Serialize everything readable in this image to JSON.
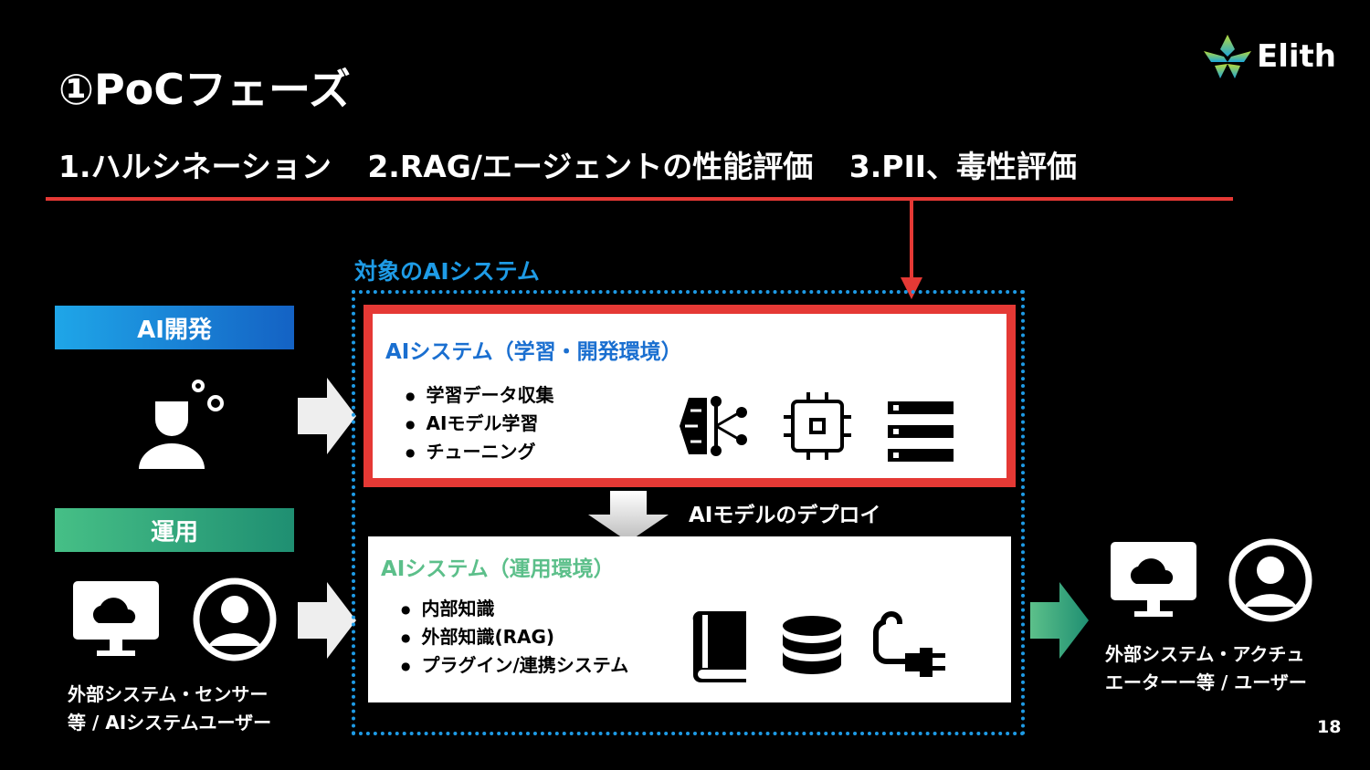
{
  "title": "①PoCフェーズ",
  "subtitle": [
    "1.ハルシネーション",
    "2.RAG/エージェントの性能評価",
    "3.PII、毒性評価"
  ],
  "logo": {
    "text": "Elith"
  },
  "left": {
    "dev_tag": "AI開発",
    "ops_tag": "運用",
    "ops_caption": [
      "外部システム・センサー",
      "等 / AIシステムユーザー"
    ]
  },
  "system": {
    "label": "対象のAIシステム",
    "dev_box": {
      "title": "AIシステム（学習・開発環境）",
      "items": [
        "学習データ収集",
        "AIモデル学習",
        "チューニング"
      ]
    },
    "deploy_label": "AIモデルのデプロイ",
    "ops_box": {
      "title": "AIシステム（運用環境）",
      "items": [
        "内部知識",
        "外部知識(RAG)",
        "プラグイン/連携システム"
      ]
    }
  },
  "right": {
    "caption": [
      "外部システム・アクチュ",
      "エーターー等 / ユーザー"
    ]
  },
  "page_number": "18",
  "colors": {
    "red": "#e53935",
    "blue": "#1e9be6",
    "title_blue": "#1a6fd0",
    "green": "#5cbf8a"
  }
}
